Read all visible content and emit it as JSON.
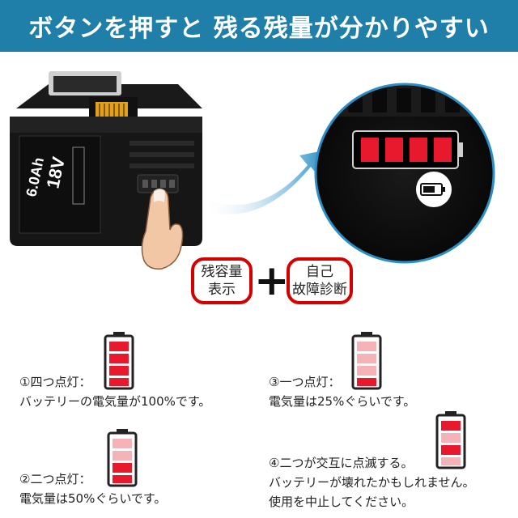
{
  "banner": {
    "title": "ボタンを押すと 残る残量が分かりやすい"
  },
  "battery_label": {
    "capacity": "6.0Ah",
    "voltage": "18V"
  },
  "badges": [
    {
      "line1": "残容量",
      "line2": "表示"
    },
    {
      "line1": "自己",
      "line2": "故障診断"
    }
  ],
  "plus_symbol": "+",
  "status_items": [
    {
      "lines": [
        "①四つ点灯：",
        "バッテリーの電気量が100%です。"
      ],
      "bars_lit": 4
    },
    {
      "lines": [
        "③一つ点灯：",
        "電気量は25%ぐらいです。"
      ],
      "bars_lit": 1
    },
    {
      "lines": [
        "②二つ点灯：",
        "電気量は50%ぐらいです。"
      ],
      "bars_lit": 2
    },
    {
      "lines": [
        "④二つが交互に点滅する。",
        "バッテリーが壊れたかもしれません。",
        "使用を中止してください。"
      ],
      "bars_lit": 2
    }
  ],
  "colors": {
    "banner": "#1f7fa8",
    "led_red": "#e8192c",
    "badge_border": "#d40000",
    "arrow": "#2a8fc7"
  }
}
